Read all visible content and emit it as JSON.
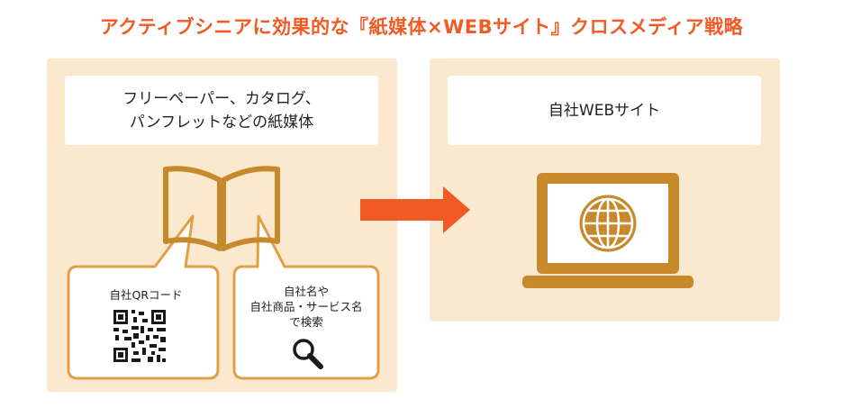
{
  "title": "アクティブシニアに効果的な『紙媒体×WEBサイト』クロスメディア戦略",
  "left_panel": {
    "label_line1": "フリーペーパー、カタログ、",
    "label_line2": "パンフレットなどの紙媒体",
    "icon": "open-book-icon",
    "bubble_qr": {
      "label": "自社QRコード",
      "icon": "qr-code-icon"
    },
    "bubble_search": {
      "line1": "自社名や",
      "line2": "自社商品・サービス名",
      "line3": "で検索",
      "icon": "magnifier-icon"
    }
  },
  "right_panel": {
    "label": "自社WEBサイト",
    "icon": "laptop-globe-icon"
  },
  "colors": {
    "title": "#f15a24",
    "panel_bg": "#fbe9cf",
    "icon_stroke": "#c8892c",
    "arrow": "#f15a24"
  }
}
